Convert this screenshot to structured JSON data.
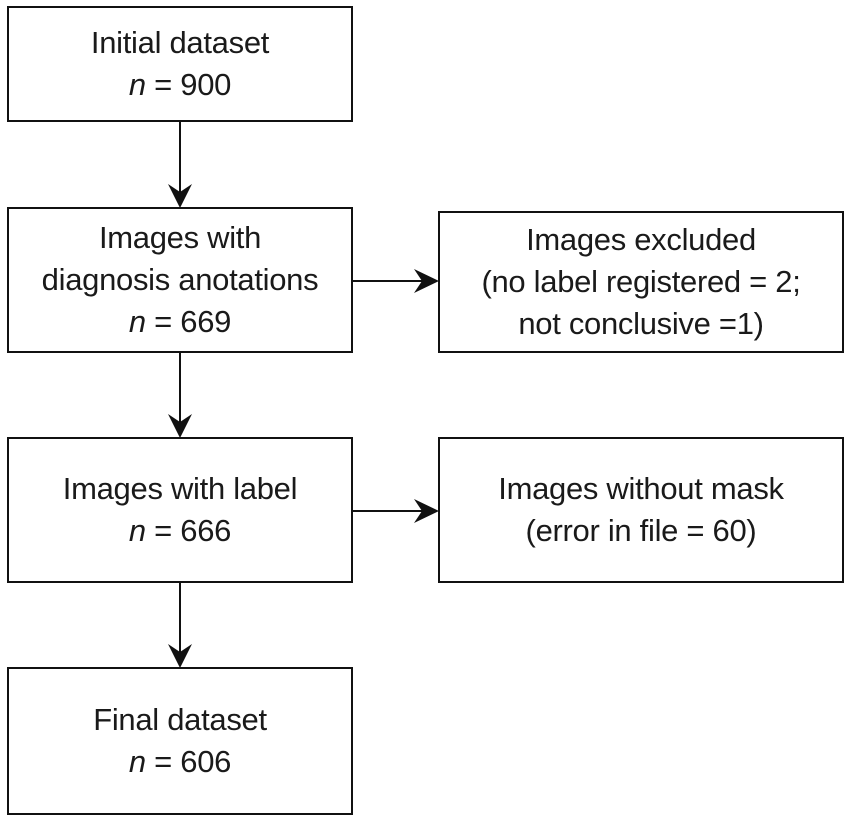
{
  "boxes": {
    "initial": {
      "title": "Initial dataset",
      "n_label": "n",
      "n_text": " = 900"
    },
    "annotations": {
      "line1": "Images with",
      "line2": "diagnosis anotations",
      "n_label": "n",
      "n_text": " = 669"
    },
    "excluded": {
      "line1": "Images excluded",
      "line2": "(no label registered = 2;",
      "line3": "not conclusive =1)"
    },
    "with_label": {
      "title": "Images with label",
      "n_label": "n",
      "n_text": " = 666"
    },
    "without_mask": {
      "line1": "Images without mask",
      "line2": "(error in file = 60)"
    },
    "final": {
      "title": "Final dataset",
      "n_label": "n",
      "n_text": " = 606"
    }
  }
}
